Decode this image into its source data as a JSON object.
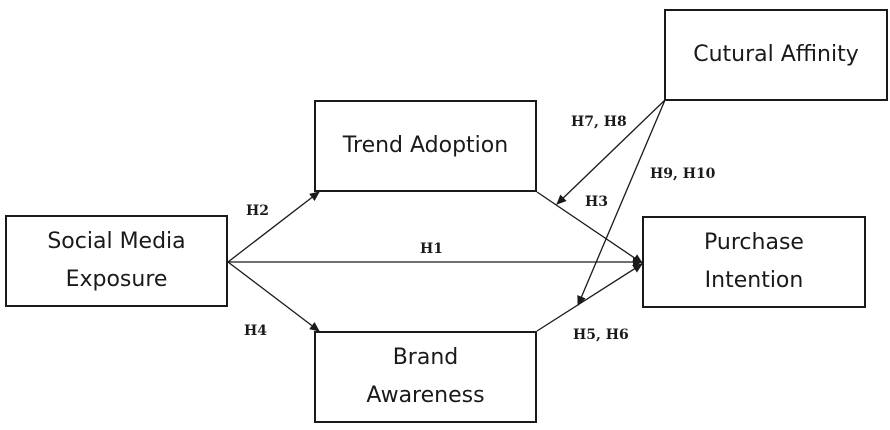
{
  "nodes": {
    "social_media_exposure": "Social Media\nExposure",
    "trend_adoption": "Trend Adoption",
    "brand_awareness": "Brand\nAwareness",
    "purchase_intention": "Purchase\nIntention",
    "cultural_affinity": "Cutural Affinity"
  },
  "hypotheses": {
    "h1": "H1",
    "h2": "H2",
    "h3": "H3",
    "h4": "H4",
    "h5_h6": "H5, H6",
    "h7_h8": "H7, H8",
    "h9_h10": "H9, H10"
  },
  "paths": [
    {
      "from": "Social Media Exposure",
      "to": "Purchase Intention",
      "label": "H1"
    },
    {
      "from": "Social Media Exposure",
      "to": "Trend Adoption",
      "label": "H2"
    },
    {
      "from": "Trend Adoption",
      "to": "Purchase Intention",
      "label": "H3"
    },
    {
      "from": "Social Media Exposure",
      "to": "Brand Awareness",
      "label": "H4"
    },
    {
      "from": "Brand Awareness",
      "to": "Purchase Intention",
      "label": "H5, H6"
    },
    {
      "from": "Cutural Affinity",
      "to": "Trend Adoption → Purchase Intention",
      "label": "H7, H8"
    },
    {
      "from": "Cutural Affinity",
      "to": "Brand Awareness → Purchase Intention",
      "label": "H9, H10"
    }
  ],
  "colors": {
    "line": "#1a1a1a",
    "background": "#ffffff"
  }
}
